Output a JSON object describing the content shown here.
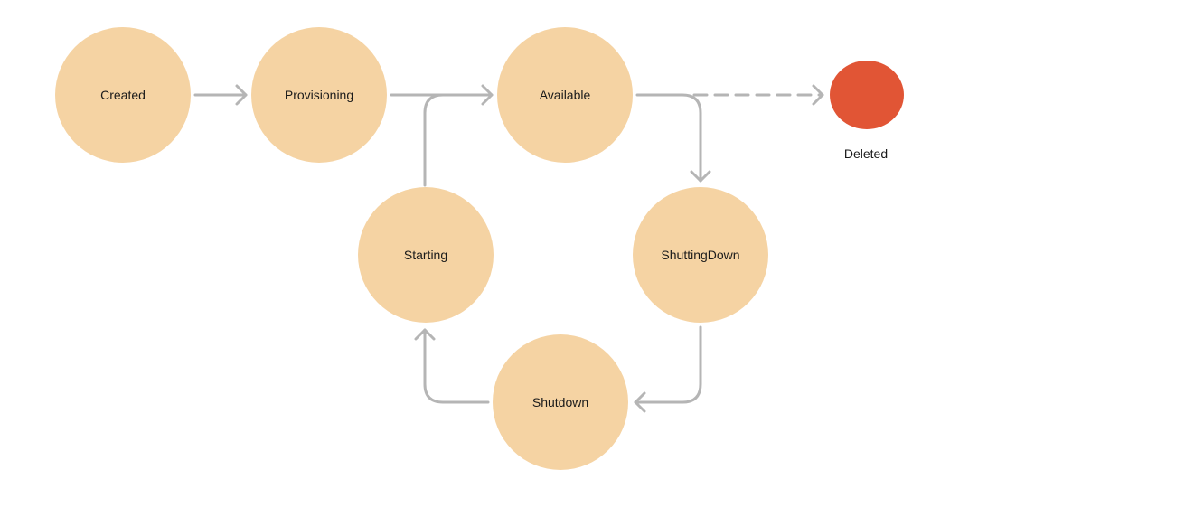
{
  "diagram": {
    "colors": {
      "state_fill": "#F5D3A3",
      "terminal_fill": "#E15535",
      "edge_stroke": "#B5B5B5",
      "text": "#1A1A1A"
    },
    "states": {
      "created": "Created",
      "provisioning": "Provisioning",
      "available": "Available",
      "shutting_down": "ShuttingDown",
      "shutdown": "Shutdown",
      "starting": "Starting",
      "deleted": "Deleted"
    },
    "transitions": [
      {
        "from": "Created",
        "to": "Provisioning",
        "style": "solid"
      },
      {
        "from": "Provisioning",
        "to": "Available",
        "style": "solid"
      },
      {
        "from": "Available",
        "to": "ShuttingDown",
        "style": "solid"
      },
      {
        "from": "ShuttingDown",
        "to": "Shutdown",
        "style": "solid"
      },
      {
        "from": "Shutdown",
        "to": "Starting",
        "style": "solid"
      },
      {
        "from": "Starting",
        "to": "Available",
        "style": "solid"
      },
      {
        "from": "Available",
        "to": "Deleted",
        "style": "dashed"
      }
    ]
  }
}
